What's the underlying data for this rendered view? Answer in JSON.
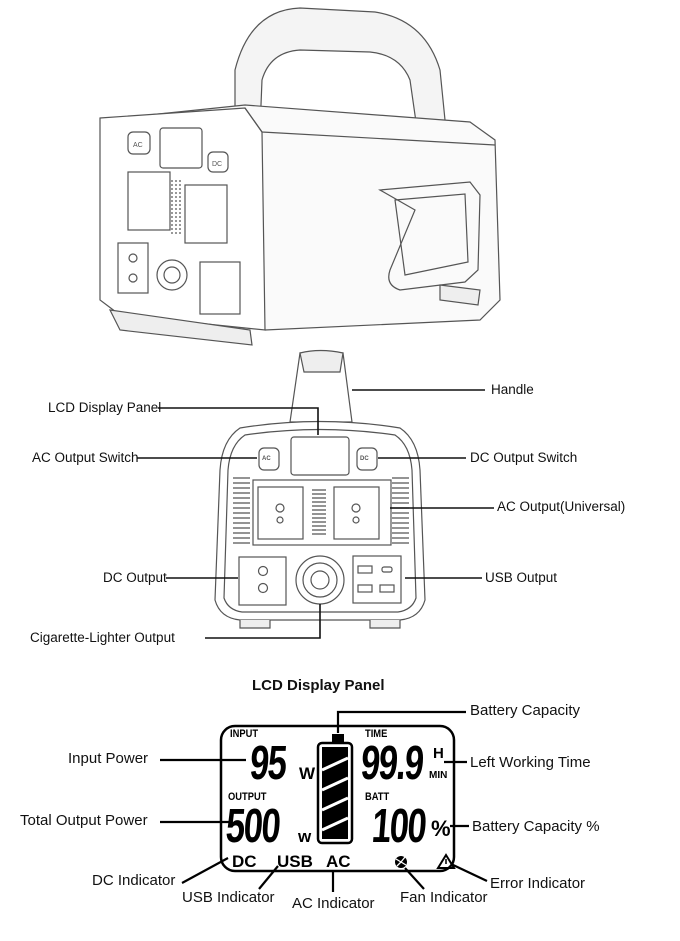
{
  "front_view": {
    "labels": {
      "handle": "Handle",
      "lcd_display_panel": "LCD Display Panel",
      "ac_output_switch": "AC Output Switch",
      "dc_output_switch": "DC Output Switch",
      "ac_output_universal": "AC Output(Universal)",
      "dc_output": "DC Output",
      "usb_output": "USB Output",
      "cigarette_lighter_output": "Cigarette-Lighter Output"
    },
    "buttons": {
      "ac": "AC",
      "dc": "DC"
    }
  },
  "lcd_panel": {
    "title": "LCD Display Panel",
    "screen": {
      "input_label": "INPUT",
      "input_value": "95",
      "input_unit": "W",
      "output_label": "OUTPUT",
      "output_value": "500",
      "output_unit": "w",
      "time_label": "TIME",
      "time_value": "99.9",
      "time_unit_h": "H",
      "time_unit_min": "MIN",
      "batt_label": "BATT",
      "batt_value": "100",
      "batt_unit": "%",
      "dc": "DC",
      "usb": "USB",
      "ac": "AC"
    },
    "labels": {
      "battery_capacity": "Battery Capacity",
      "input_power": "Input Power",
      "left_working_time": "Left Working Time",
      "total_output_power": "Total Output Power",
      "battery_capacity_pct": "Battery Capacity %",
      "dc_indicator": "DC Indicator",
      "usb_indicator": "USB Indicator",
      "ac_indicator": "AC Indicator",
      "fan_indicator": "Fan Indicator",
      "error_indicator": "Error Indicator"
    }
  }
}
